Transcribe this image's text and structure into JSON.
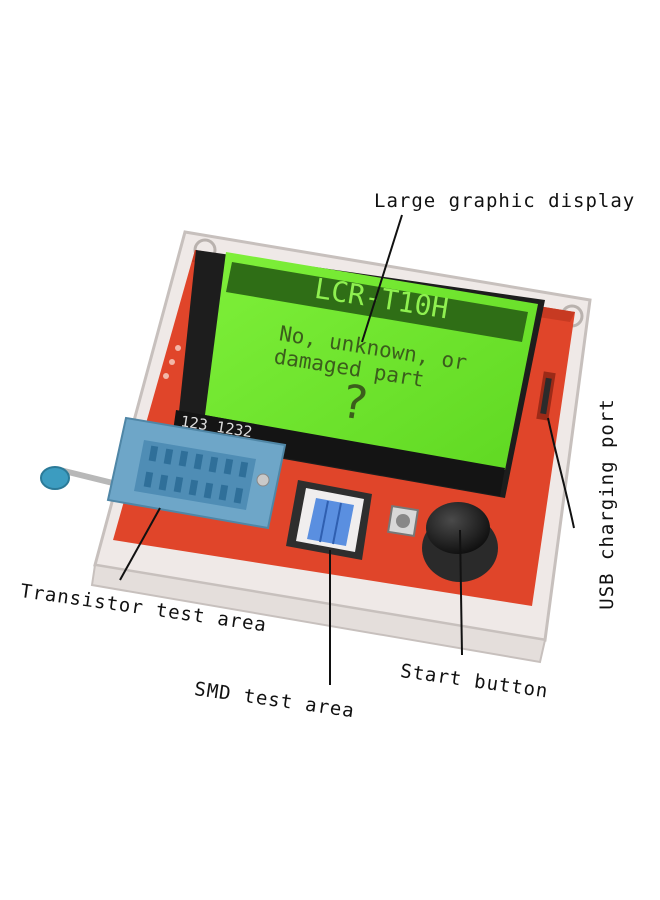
{
  "lcd": {
    "title": "LCR-T10H",
    "message_line1": "No, unknown, or",
    "message_line2": "damaged part",
    "symbol": "?",
    "pin_labels": "123 1232"
  },
  "callouts": {
    "display": "Large graphic display",
    "usb": "USB charging port",
    "transistor": "Transistor test area",
    "smd": "SMD test area",
    "start": "Start button"
  },
  "colors": {
    "background": "#ffffff",
    "lcd_green": "#6be82a",
    "lcd_ink": "#2f4f14",
    "board_red": "#e0452a",
    "zif_socket": "#6ea6c8",
    "lever_knob": "#3c9cc0",
    "smd_pad": "#5a8fe0",
    "start_button": "#1b1b1b",
    "leader_line": "#111111"
  }
}
